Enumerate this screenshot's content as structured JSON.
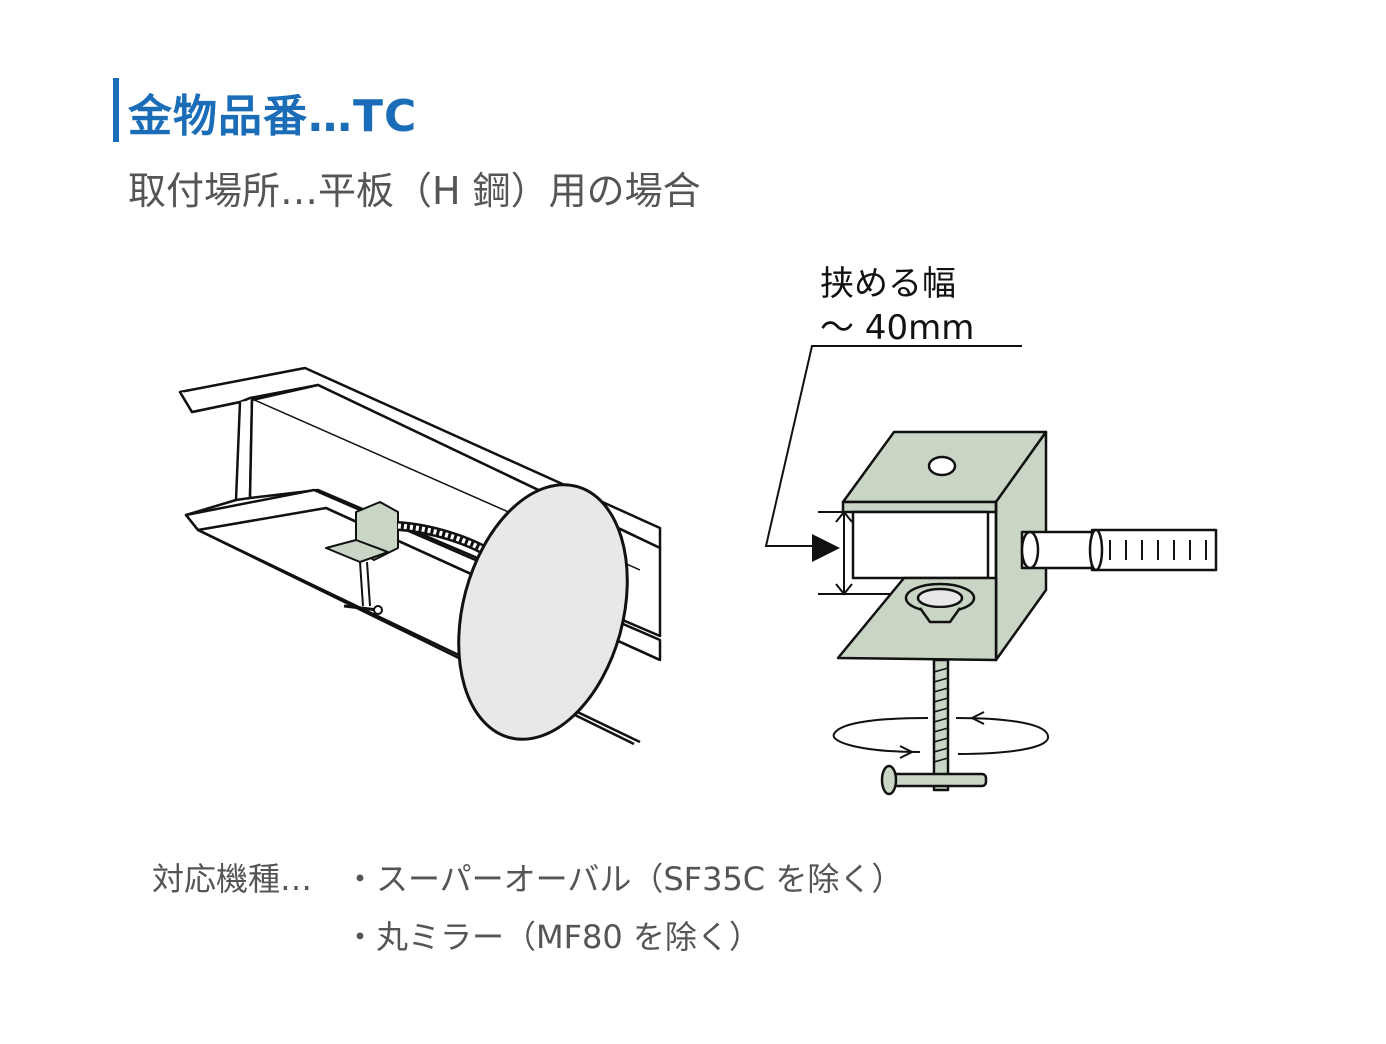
{
  "header": {
    "title": "金物品番…TC",
    "subtitle": "取付場所…平板（H 鋼）用の場合"
  },
  "detail": {
    "grip_label": "挟める幅",
    "grip_value": "～ 40mm"
  },
  "compatibility": {
    "label": "対応機種…",
    "items": [
      "・スーパーオーバル（SF35C を除く）",
      "・丸ミラー（MF80 を除く）"
    ]
  },
  "colors": {
    "accent": "#1b6db8",
    "bracket_fill": "#c9d6c5",
    "mirror_fill": "#e8e8e8",
    "line": "#111111",
    "text_gray": "#555555"
  }
}
